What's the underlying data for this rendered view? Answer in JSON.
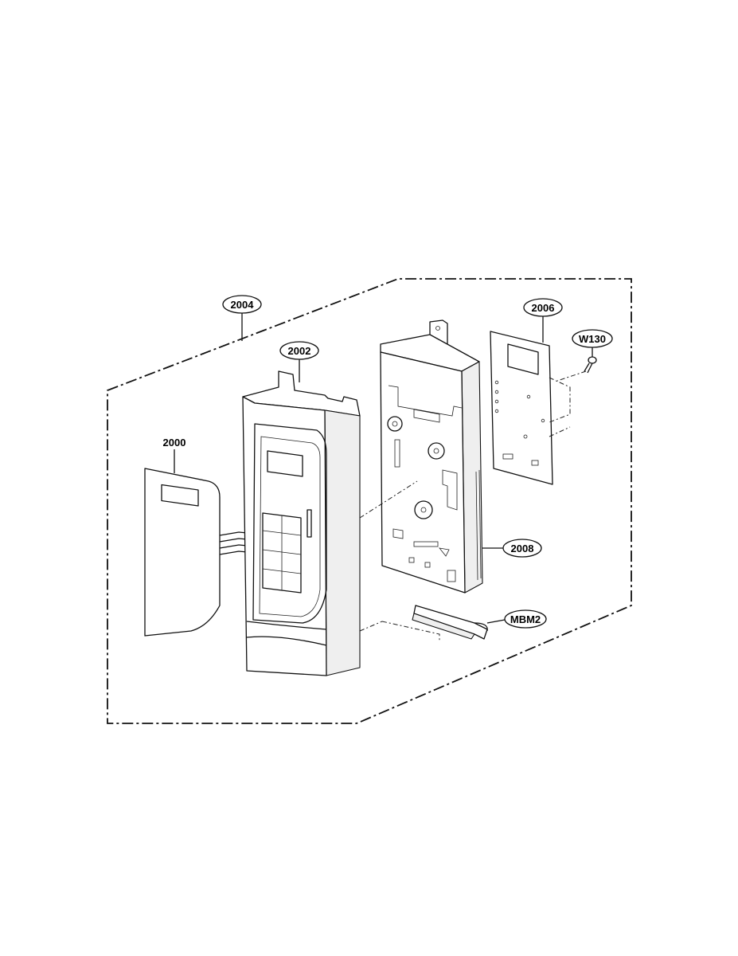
{
  "callouts": {
    "c2004": "2004",
    "c2006": "2006",
    "cW130": "W130",
    "c2002": "2002",
    "c2000": "2000",
    "c2008": "2008",
    "cMBM2": "MBM2"
  },
  "parts": [
    {
      "id": "2000",
      "icon": "membrane-keypad-icon"
    },
    {
      "id": "2002",
      "icon": "control-panel-frame-icon"
    },
    {
      "id": "2004",
      "icon": "assembly-boundary-icon"
    },
    {
      "id": "2006",
      "icon": "pcb-board-icon"
    },
    {
      "id": "2008",
      "icon": "panel-bracket-icon"
    },
    {
      "id": "W130",
      "icon": "screw-icon"
    },
    {
      "id": "MBM2",
      "icon": "clip-icon"
    }
  ]
}
